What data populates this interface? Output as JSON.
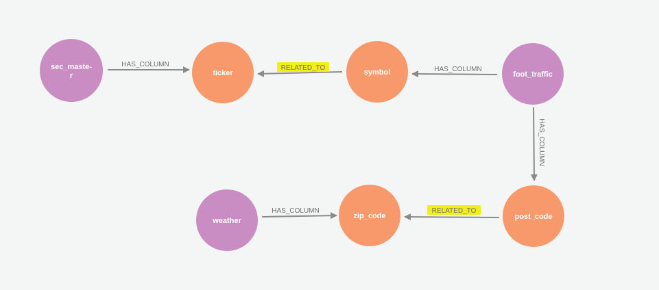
{
  "colors": {
    "source_node": "#c98cc3",
    "field_node": "#f7996a",
    "edge": "#8a8a8a",
    "highlight": "#f2ef16",
    "background": "#f4f5f5"
  },
  "nodes": {
    "sec_master": {
      "label_line1": "sec_maste-",
      "label_line2": "r"
    },
    "ticker": {
      "label": "ticker"
    },
    "symbol": {
      "label": "symbol"
    },
    "foot_traffic": {
      "label": "foot_traffic"
    },
    "weather": {
      "label": "weather"
    },
    "zip_code": {
      "label": "zip_code"
    },
    "post_code": {
      "label": "post_code"
    }
  },
  "edges": {
    "sec_master_ticker": "HAS_COLUMN",
    "symbol_ticker": "RELATED_TO",
    "foot_traffic_symbol": "HAS_COLUMN",
    "foot_traffic_post_code": "HAS_COLUMN",
    "weather_zip_code": "HAS_COLUMN",
    "post_code_zip_code": "RELATED_TO"
  }
}
